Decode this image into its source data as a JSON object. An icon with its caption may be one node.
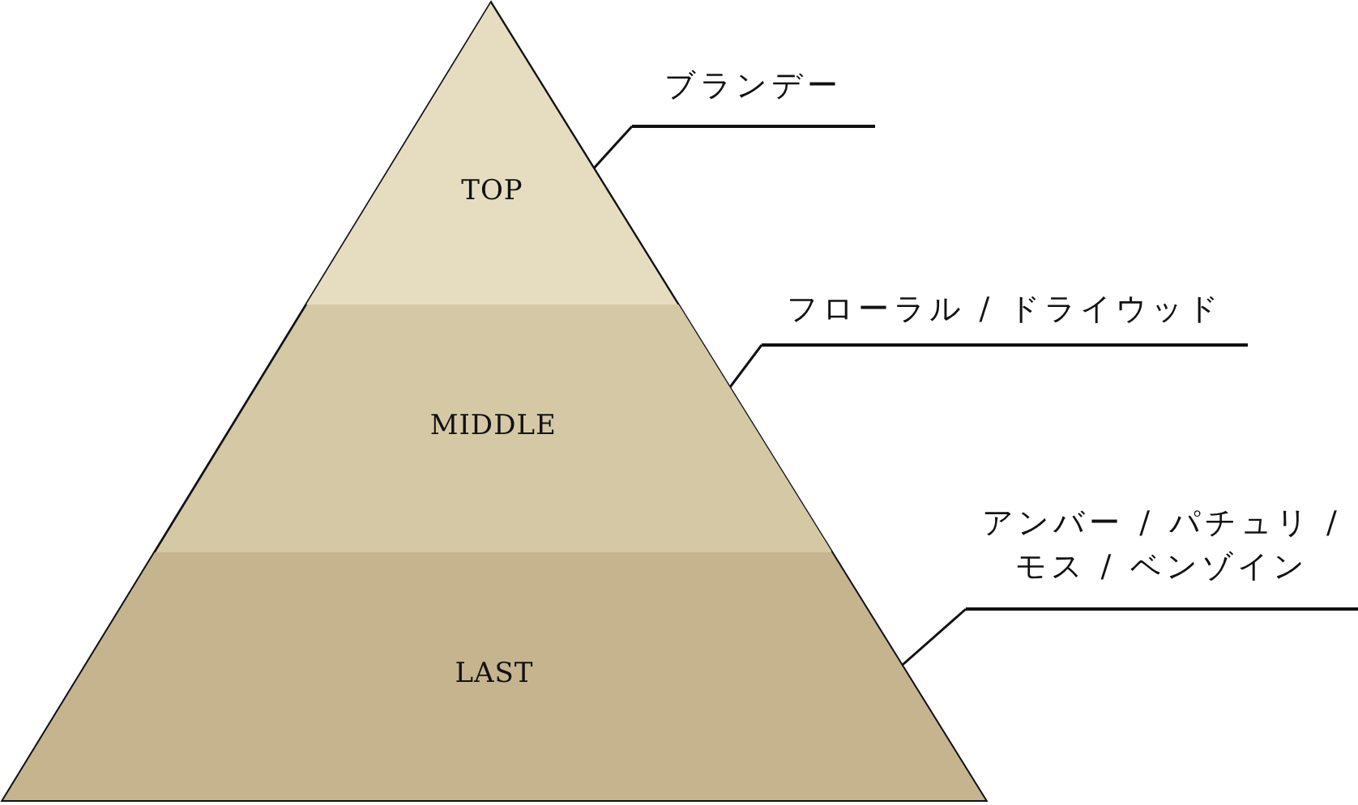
{
  "diagram": {
    "nodes": [
      {
        "text": [
          "TOP"
        ]
      },
      {
        "text": [
          "MIDDLE"
        ]
      },
      {
        "text": [
          "LAST"
        ]
      },
      {
        "text": [
          "ブランデー"
        ]
      },
      {
        "text": [
          "フローラル / ドライウッド"
        ]
      },
      {
        "text": [
          "アンバー / パチュリ / モス / ベンゾイン"
        ]
      }
    ],
    "edges": [
      {
        "from": 3,
        "to": 0,
        "arrow": "none"
      },
      {
        "from": 4,
        "to": 1,
        "arrow": "none"
      },
      {
        "from": 5,
        "to": 2,
        "arrow": "none"
      }
    ]
  }
}
